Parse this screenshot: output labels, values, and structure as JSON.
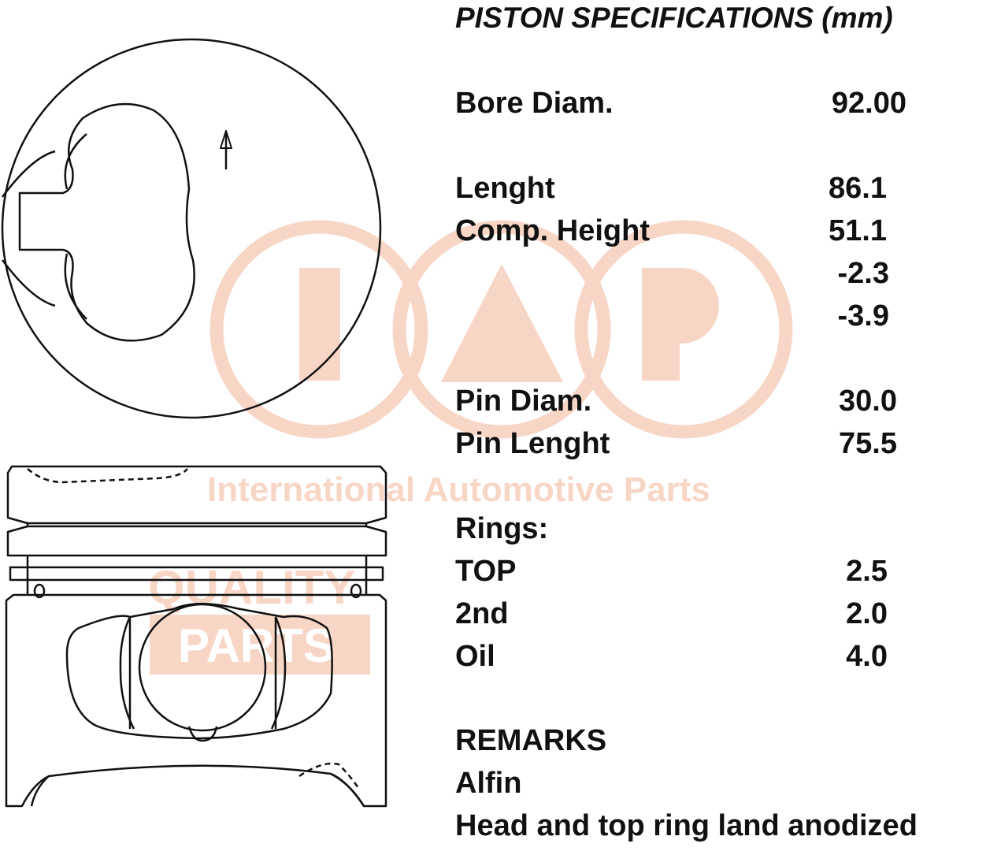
{
  "title": "PISTON SPECIFICATIONS (mm)",
  "specs": [
    {
      "label": "Bore Diam.",
      "value": "92.00"
    },
    {
      "label": "Lenght",
      "value": "86.1"
    },
    {
      "label": "Comp. Height",
      "value": "51.1"
    },
    {
      "label": "",
      "value": "-2.3"
    },
    {
      "label": "",
      "value": "-3.9"
    },
    {
      "label": "Pin Diam.",
      "value": "30.0"
    },
    {
      "label": "Pin Lenght",
      "value": "75.5"
    },
    {
      "label": "Rings:",
      "value": ""
    },
    {
      "label": "TOP",
      "value": "2.5"
    },
    {
      "label": "2nd",
      "value": "2.0"
    },
    {
      "label": "Oil",
      "value": "4.0"
    }
  ],
  "remarks": {
    "heading": "REMARKS",
    "lines": [
      "Alfin",
      "Head and top ring land anodized"
    ]
  },
  "watermark": {
    "brand": "IAP",
    "tagline": "International Automotive Parts",
    "quality": "QUALITY",
    "parts": "PARTS",
    "color": "#f8d6c6"
  }
}
